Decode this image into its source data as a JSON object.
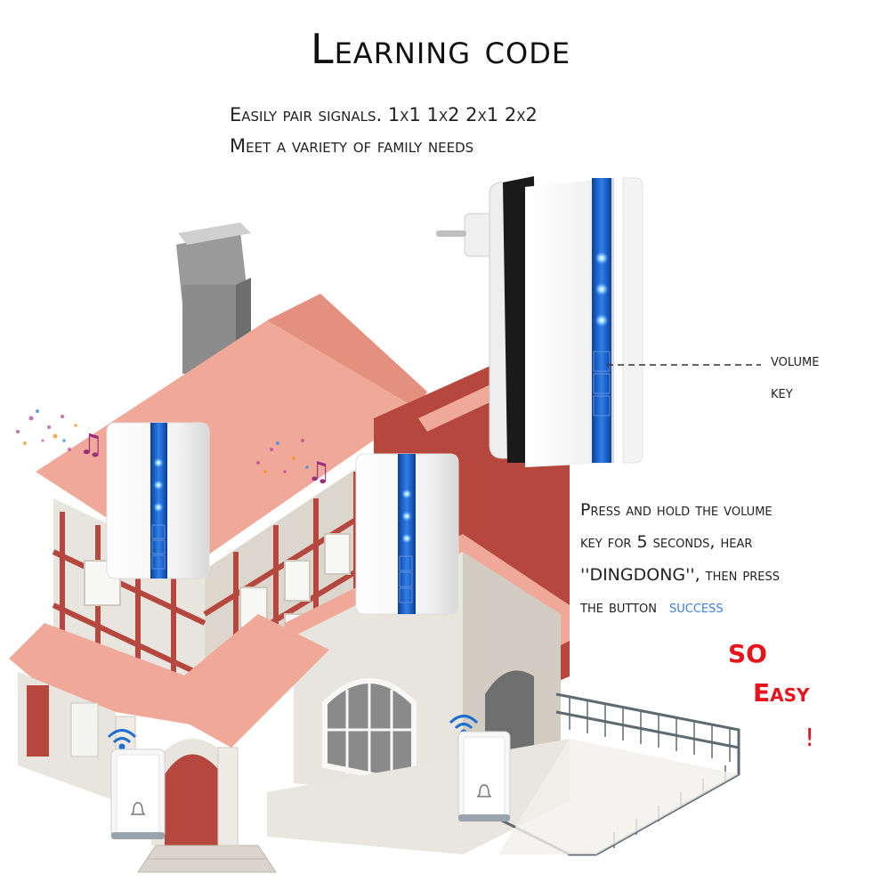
{
  "header": {
    "title": "Learning code",
    "line1": "Easily pair signals. 1x1 1x2 2x1 2x2",
    "line2": "Meet a variety of family needs"
  },
  "volume_key": {
    "line1": "volume",
    "line2": "key"
  },
  "instructions": {
    "line1": "Press and hold the volume",
    "line2": "key for 5 seconds, hear",
    "line3": "''DINGDONG'', then press",
    "line4": "the button",
    "success": "success"
  },
  "tagline": {
    "word1": "SO",
    "word2": "Easy",
    "mark": "!"
  },
  "colors": {
    "roof": "#f0a898",
    "brick": "#b5473f",
    "wall": "#e8e4de",
    "led": "#1a5ec8",
    "accent": "#3b7fd6",
    "red_text": "#e8131b"
  },
  "icons": [
    "wifi-signal-icon",
    "bell-icon",
    "music-notes-icon",
    "plug-icon"
  ]
}
